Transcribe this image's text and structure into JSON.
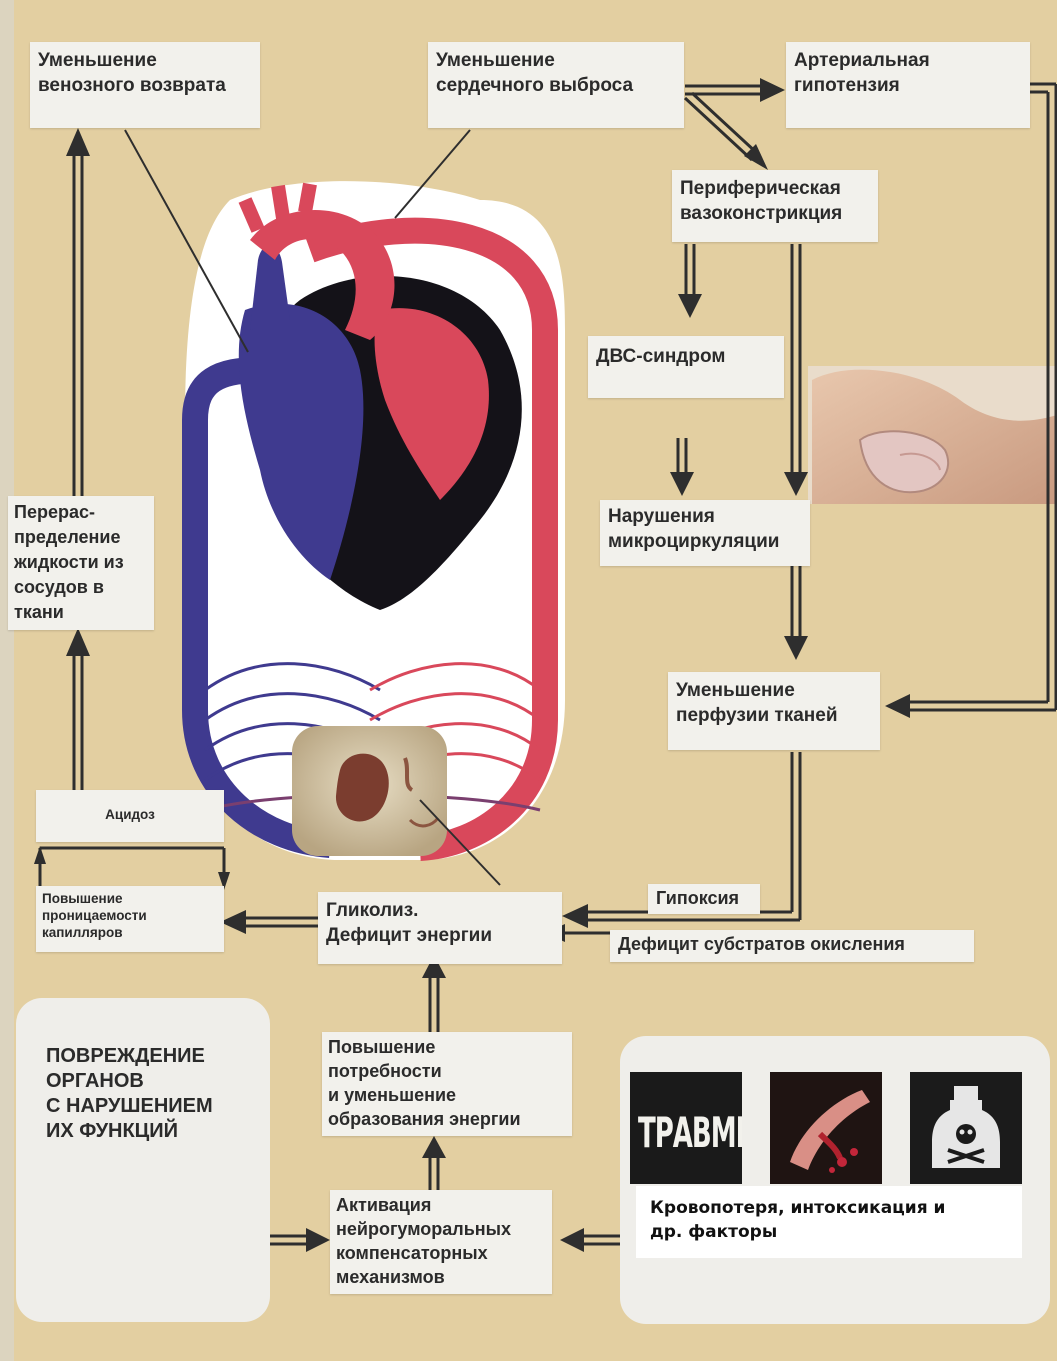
{
  "colors": {
    "background": "#e3cfa1",
    "box": "#f2f1ec",
    "text": "#2b2b2b",
    "arterial": "#d9485b",
    "venous": "#3f3a8f",
    "heart_dark": "#141218",
    "arrow": "#2e2e2e"
  },
  "boxes": {
    "venous_return": {
      "lines": [
        "Уменьшение",
        "венозного возврата"
      ]
    },
    "cardiac_output": {
      "lines": [
        "Уменьшение",
        "сердечного выброса"
      ]
    },
    "hypotension": {
      "lines": [
        "Артериальная",
        "гипотензия"
      ]
    },
    "vasoconstriction": {
      "lines": [
        "Периферическая",
        "вазоконстрикция"
      ]
    },
    "dic": {
      "lines": [
        "ДВС-синдром"
      ]
    },
    "microcirculation": {
      "lines": [
        "Нарушения",
        "микроциркуляции"
      ]
    },
    "perfusion": {
      "lines": [
        "Уменьшение",
        "перфузии тканей"
      ]
    },
    "redistribution": {
      "lines": [
        "Перерас-",
        "пределение",
        "жидкости из",
        "сосудов в",
        "ткани"
      ]
    },
    "acidosis": {
      "lines": [
        "Ацидоз"
      ]
    },
    "permeability": {
      "lines": [
        "Повышение",
        "проницаемости",
        "капилляров"
      ]
    },
    "glycolysis": {
      "lines": [
        "Гликолиз.",
        "Дефицит энергии"
      ]
    },
    "hypoxia": {
      "lines": [
        "Гипоксия"
      ]
    },
    "substrate_deficit": {
      "lines": [
        "Дефицит субстратов окисления"
      ]
    },
    "energy_demand": {
      "lines": [
        "Повышение",
        "потребности",
        "и уменьшение",
        "образования энергии"
      ]
    },
    "activation": {
      "lines": [
        "Активация",
        "нейрогуморальных",
        "компенсаторных",
        "механизмов"
      ]
    },
    "organ_damage": {
      "lines": [
        "ПОВРЕЖДЕНИЕ",
        "ОРГАНОВ",
        "С НАРУШЕНИЕМ",
        "ИХ ФУНКЦИЙ"
      ]
    }
  },
  "causes": {
    "trauma_logo": "ТРАВМЫ",
    "caption": {
      "lines": [
        "Кровопотеря, интоксикация и",
        "др. факторы"
      ]
    }
  },
  "illustrations": [
    "heart-illustration",
    "fingernail-photo",
    "tissue-photo",
    "bleeding-vessel-icon",
    "poison-bottle-icon"
  ]
}
